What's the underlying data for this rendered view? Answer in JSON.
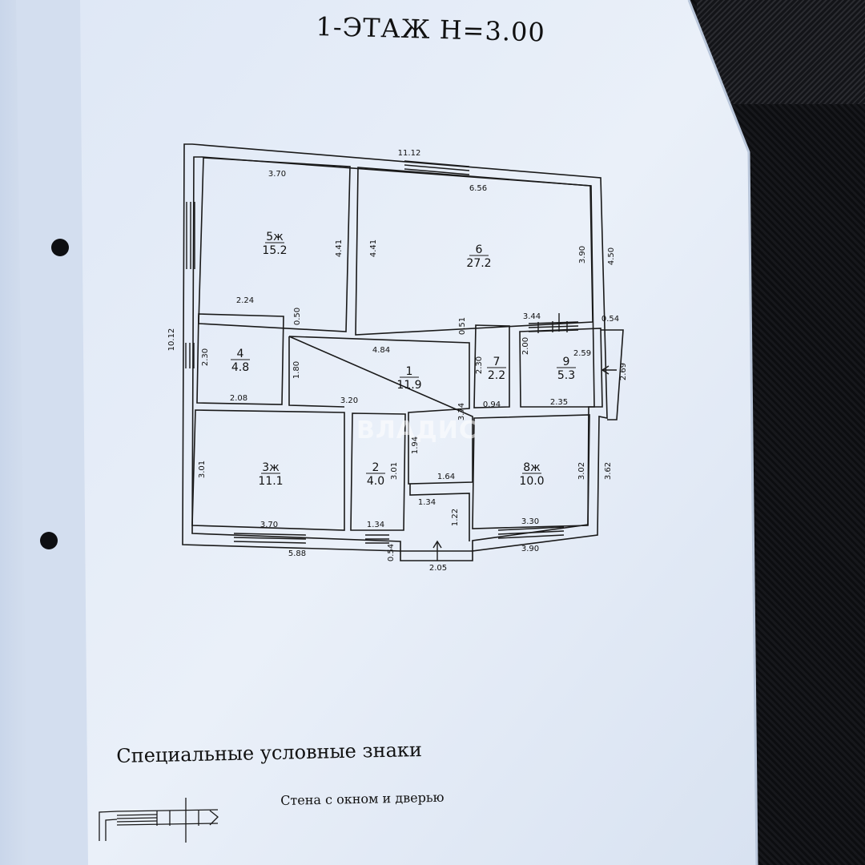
{
  "title": "1-ЭТАЖ  Н=3.00",
  "watermark": "ВЛАДИС",
  "rooms": [
    {
      "id": "5ж",
      "area": "15.2"
    },
    {
      "id": "6",
      "area": "27.2"
    },
    {
      "id": "4",
      "area": "4.8"
    },
    {
      "id": "1",
      "area": "11.9"
    },
    {
      "id": "7",
      "area": "2.2"
    },
    {
      "id": "9",
      "area": "5.3"
    },
    {
      "id": "3ж",
      "area": "11.1"
    },
    {
      "id": "2",
      "area": "4.0"
    },
    {
      "id": "8ж",
      "area": "10.0"
    }
  ],
  "dimensions": [
    "11.12",
    "3.70",
    "6.56",
    "4.41",
    "4.41",
    "3.90",
    "4.50",
    "2.24",
    "0.50",
    "0.51",
    "3.44",
    "0.54",
    "10.12",
    "2.30",
    "4.84",
    "2.30",
    "2.00",
    "2.59",
    "2.69",
    "1.80",
    "2.08",
    "3.20",
    "0.94",
    "2.35",
    "3.74",
    "3.01",
    "1.94",
    "3.01",
    "3.02",
    "3.62",
    "1.64",
    "1.34",
    "1.22",
    "3.70",
    "1.34",
    "3.30",
    "5.88",
    "0.54",
    "3.90",
    "2.05"
  ],
  "legend": {
    "title": "Специальные условные знаки",
    "item": "Стена с окном и дверью"
  },
  "colors": {
    "paper": "#e8eef8",
    "ink": "#111111",
    "fabric": "#101114"
  }
}
